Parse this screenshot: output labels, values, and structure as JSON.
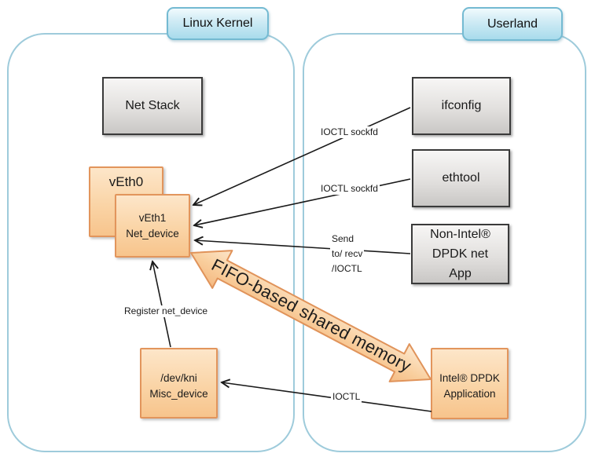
{
  "regions": {
    "kernel": {
      "label": "Linux Kernel"
    },
    "userland": {
      "label": "Userland"
    }
  },
  "nodes": {
    "net_stack": {
      "label": "Net Stack"
    },
    "veth0": {
      "label": "vEth0"
    },
    "veth1": {
      "lines": [
        "vEth1",
        "Net_device"
      ]
    },
    "dev_kni": {
      "lines": [
        "/dev/kni",
        "Misc_device"
      ]
    },
    "ifconfig": {
      "label": "ifconfig"
    },
    "ethtool": {
      "label": "ethtool"
    },
    "non_intel_app": {
      "lines": [
        "Non-Intel®",
        "DPDK net",
        "App"
      ]
    },
    "intel_app": {
      "lines": [
        "Intel® DPDK",
        "Application"
      ]
    }
  },
  "edge_labels": {
    "ioctl_sockfd_top": "IOCTL sockfd",
    "ioctl_sockfd_mid": "IOCTL sockfd",
    "send_recv": {
      "lines": [
        "Send",
        "to/ recv",
        "/IOCTL"
      ]
    },
    "register_net_device": "Register net_device",
    "ioctl": "IOCTL",
    "fifo_shared_memory": "FIFO-based shared memory"
  },
  "colors": {
    "region_border": "#9ecbdb",
    "tab_fill_top": "#f0fafd",
    "tab_fill_bottom": "#a8dbec",
    "tab_border": "#74bad2",
    "orange_fill_top": "#fde6c9",
    "orange_fill_bottom": "#f7c48c",
    "orange_border": "#e2955c",
    "gray_fill_top": "#f7f6f5",
    "gray_fill_bottom": "#c9c7c5",
    "gray_border": "#3a3a3a",
    "connector": "#1a1a1a"
  }
}
